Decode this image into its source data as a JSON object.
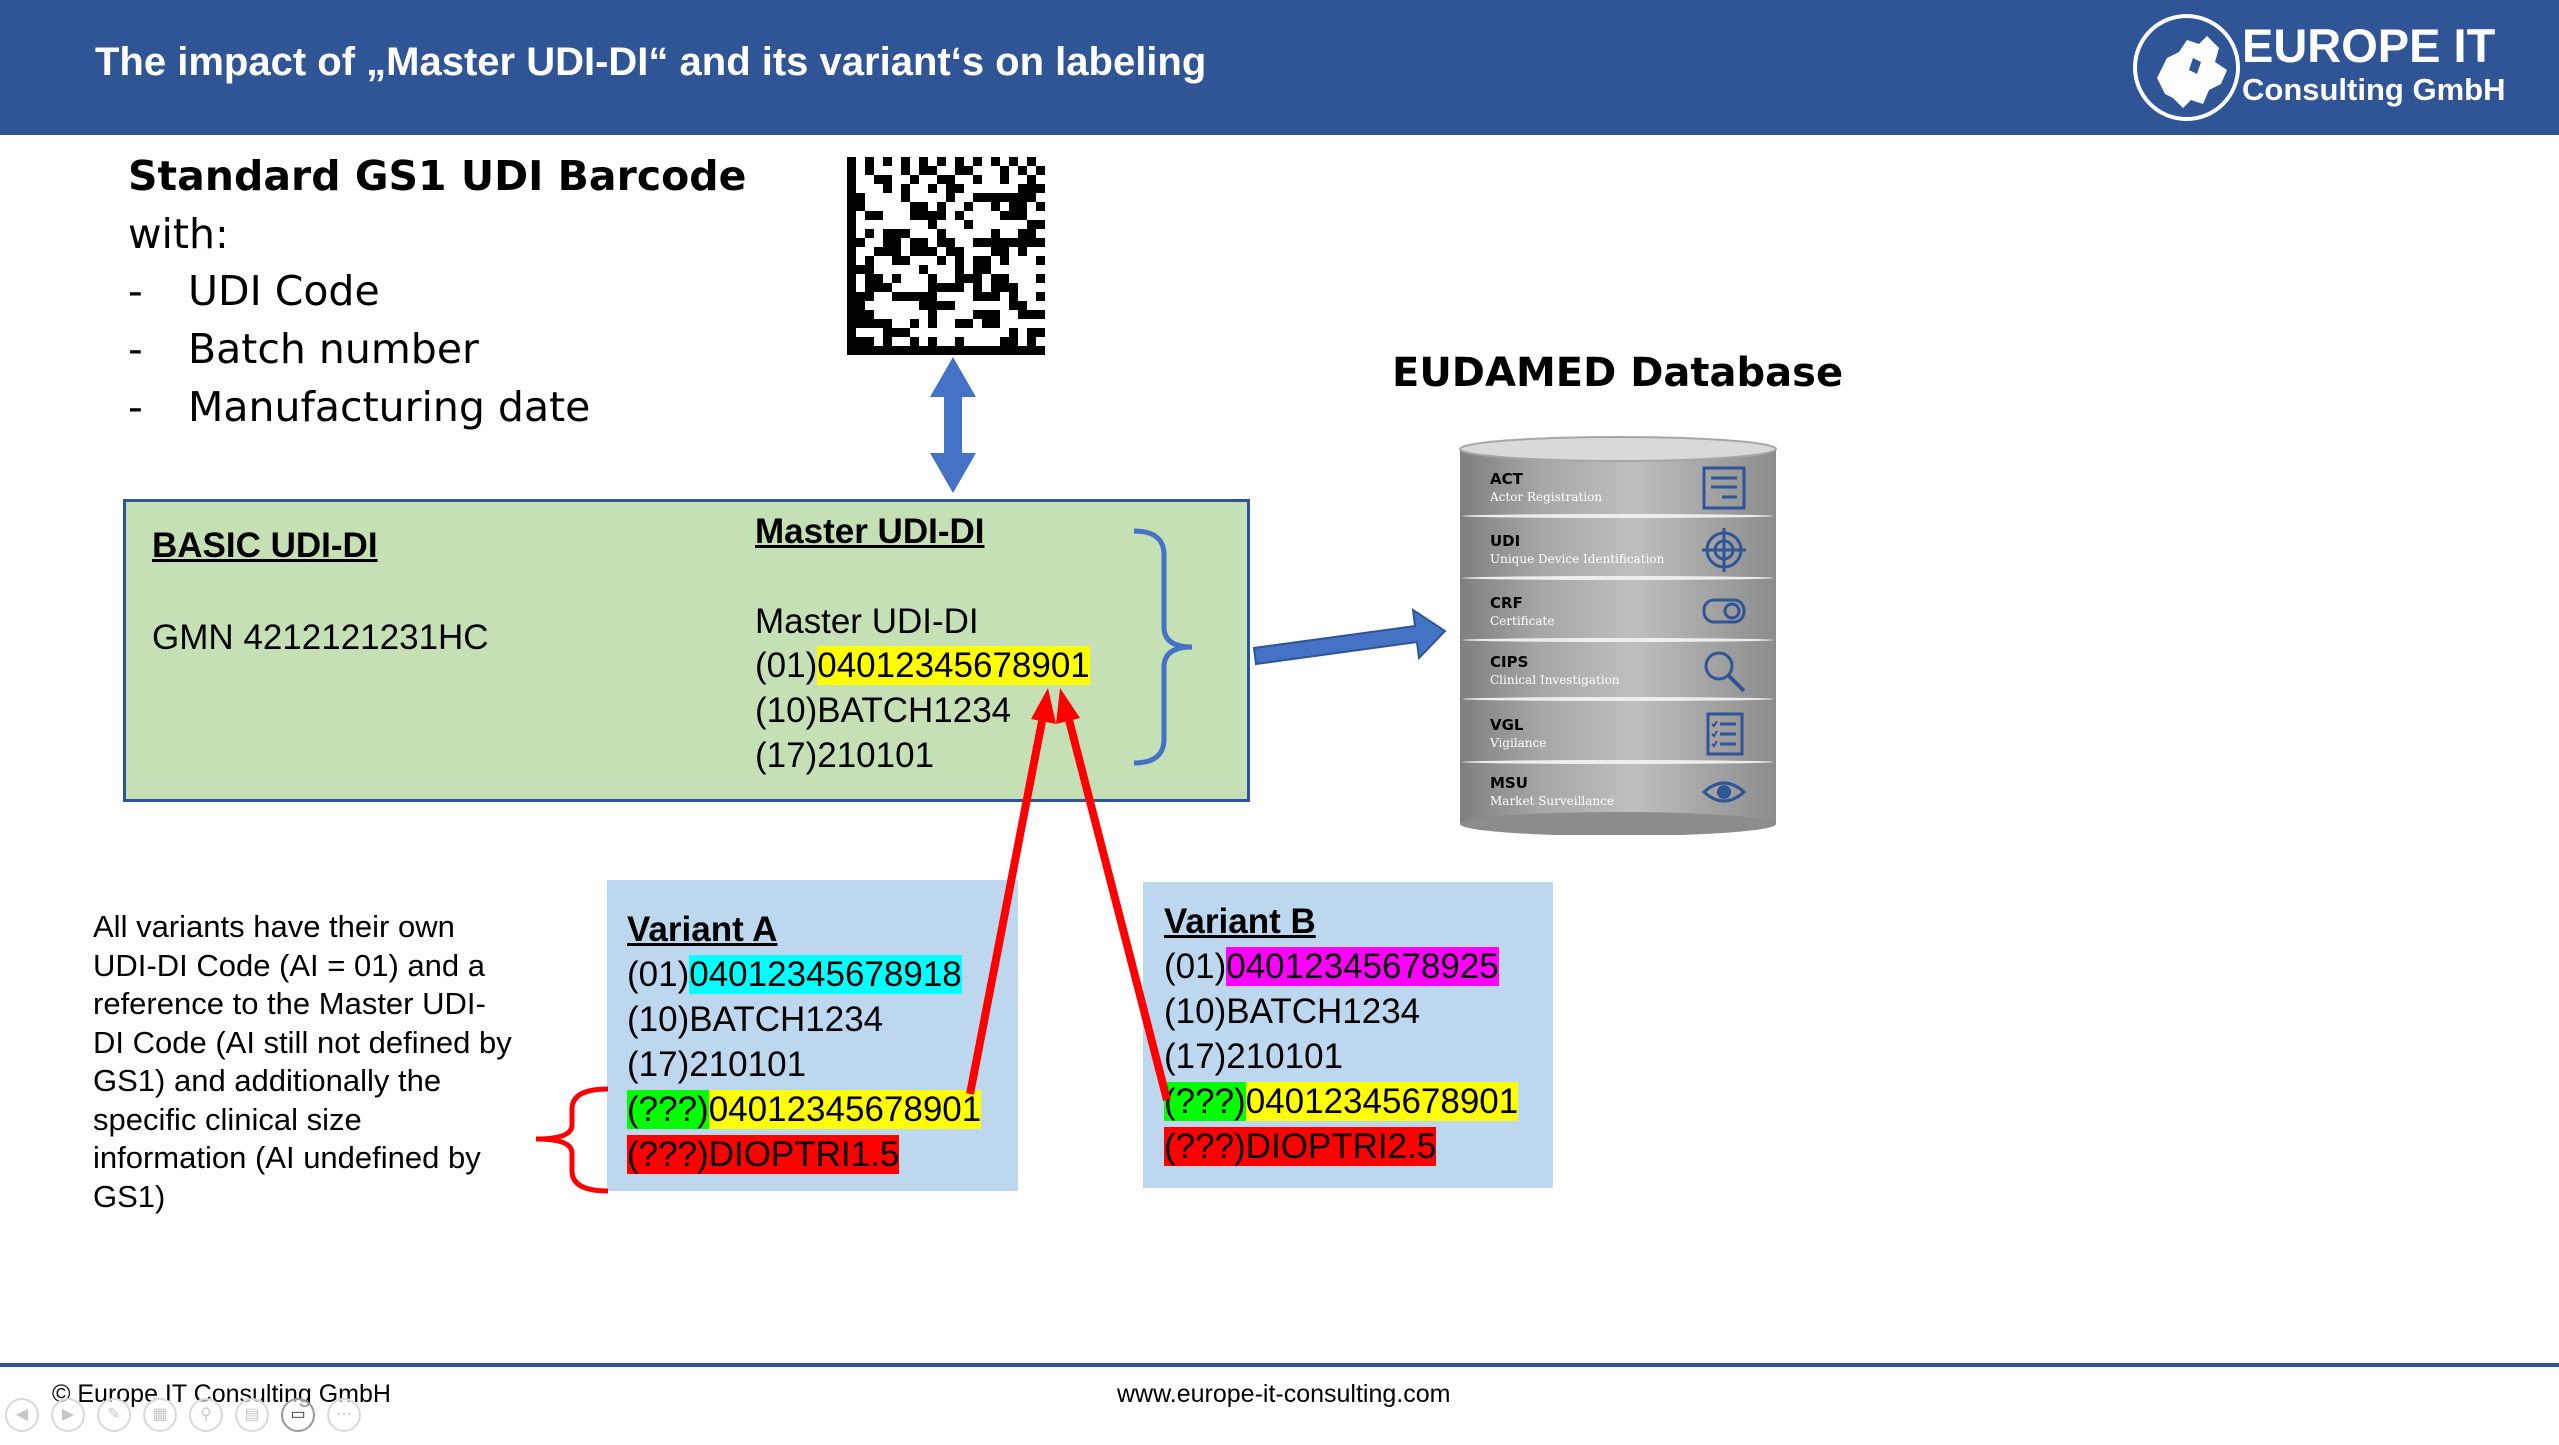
{
  "header": {
    "title": "The impact of „Master UDI-DI“ and its variant‘s on labeling",
    "logo_line1": "EUROPE IT",
    "logo_line2": "Consulting GmbH"
  },
  "standard": {
    "title": "Standard GS1 UDI Barcode",
    "with": "with:",
    "bullet_dash": "-",
    "items": [
      "UDI Code",
      "Batch number",
      "Manufacturing date"
    ]
  },
  "database": {
    "title": "EUDAMED Database",
    "modules": [
      {
        "code": "ACT",
        "name": "Actor Registration",
        "icon": "document-icon"
      },
      {
        "code": "UDI",
        "name": "Unique Device Identification",
        "icon": "target-icon"
      },
      {
        "code": "CRF",
        "name": "Certificate",
        "icon": "certificate-icon"
      },
      {
        "code": "CIPS",
        "name": "Clinical Investigation",
        "icon": "magnifier-icon"
      },
      {
        "code": "VGL",
        "name": "Vigilance",
        "icon": "checklist-icon"
      },
      {
        "code": "MSU",
        "name": "Market Surveillance",
        "icon": "eye-icon"
      }
    ]
  },
  "basic": {
    "heading": "BASIC UDI-DI",
    "value": "GMN 4212121231HC"
  },
  "master": {
    "heading": "Master UDI-DI",
    "label": "Master UDI-DI",
    "l1_prefix": "(01)",
    "l1_code": "04012345678901",
    "l2": "(10)BATCH1234",
    "l3": "(17)210101"
  },
  "variant_a": {
    "heading": "Variant A",
    "l1_prefix": "(01)",
    "l1_code": "04012345678918",
    "l2": "(10)BATCH1234",
    "l3": "(17)210101",
    "l4_prefix": "(???)",
    "l4_code": "04012345678901",
    "l5": "(???)DIOPTRI1.5"
  },
  "variant_b": {
    "heading": "Variant B",
    "l1_prefix": "(01)",
    "l1_code": "04012345678925",
    "l2": "(10)BATCH1234",
    "l3": "(17)210101",
    "l4_prefix": "(???)",
    "l4_code": "04012345678901",
    "l5": "(???)DIOPTRI2.5"
  },
  "note": "All variants have their own UDI-DI Code (AI = 01) and a reference to the Master UDI-DI Code (AI still not defined by GS1) and additionally the specific clinical size information (AI undefined by GS1)",
  "footer": {
    "copyright": "© Europe IT Consulting GmbH",
    "url": "www.europe-it-consulting.com"
  },
  "colors": {
    "header_blue": "#2f5597",
    "box_green": "#c5e0b4",
    "variant_blue": "#bdd7ee",
    "highlight_yellow": "#ffff00",
    "highlight_cyan": "#00ffff",
    "highlight_magenta": "#ff00ff",
    "highlight_green": "#00ff00",
    "highlight_red": "#ff0000",
    "arrow_red": "#ff0000"
  },
  "slideshow_controls": [
    "previous-icon",
    "next-icon",
    "pen-icon",
    "slides-icon",
    "zoom-icon",
    "subtitles-icon",
    "camera-icon",
    "more-icon"
  ]
}
